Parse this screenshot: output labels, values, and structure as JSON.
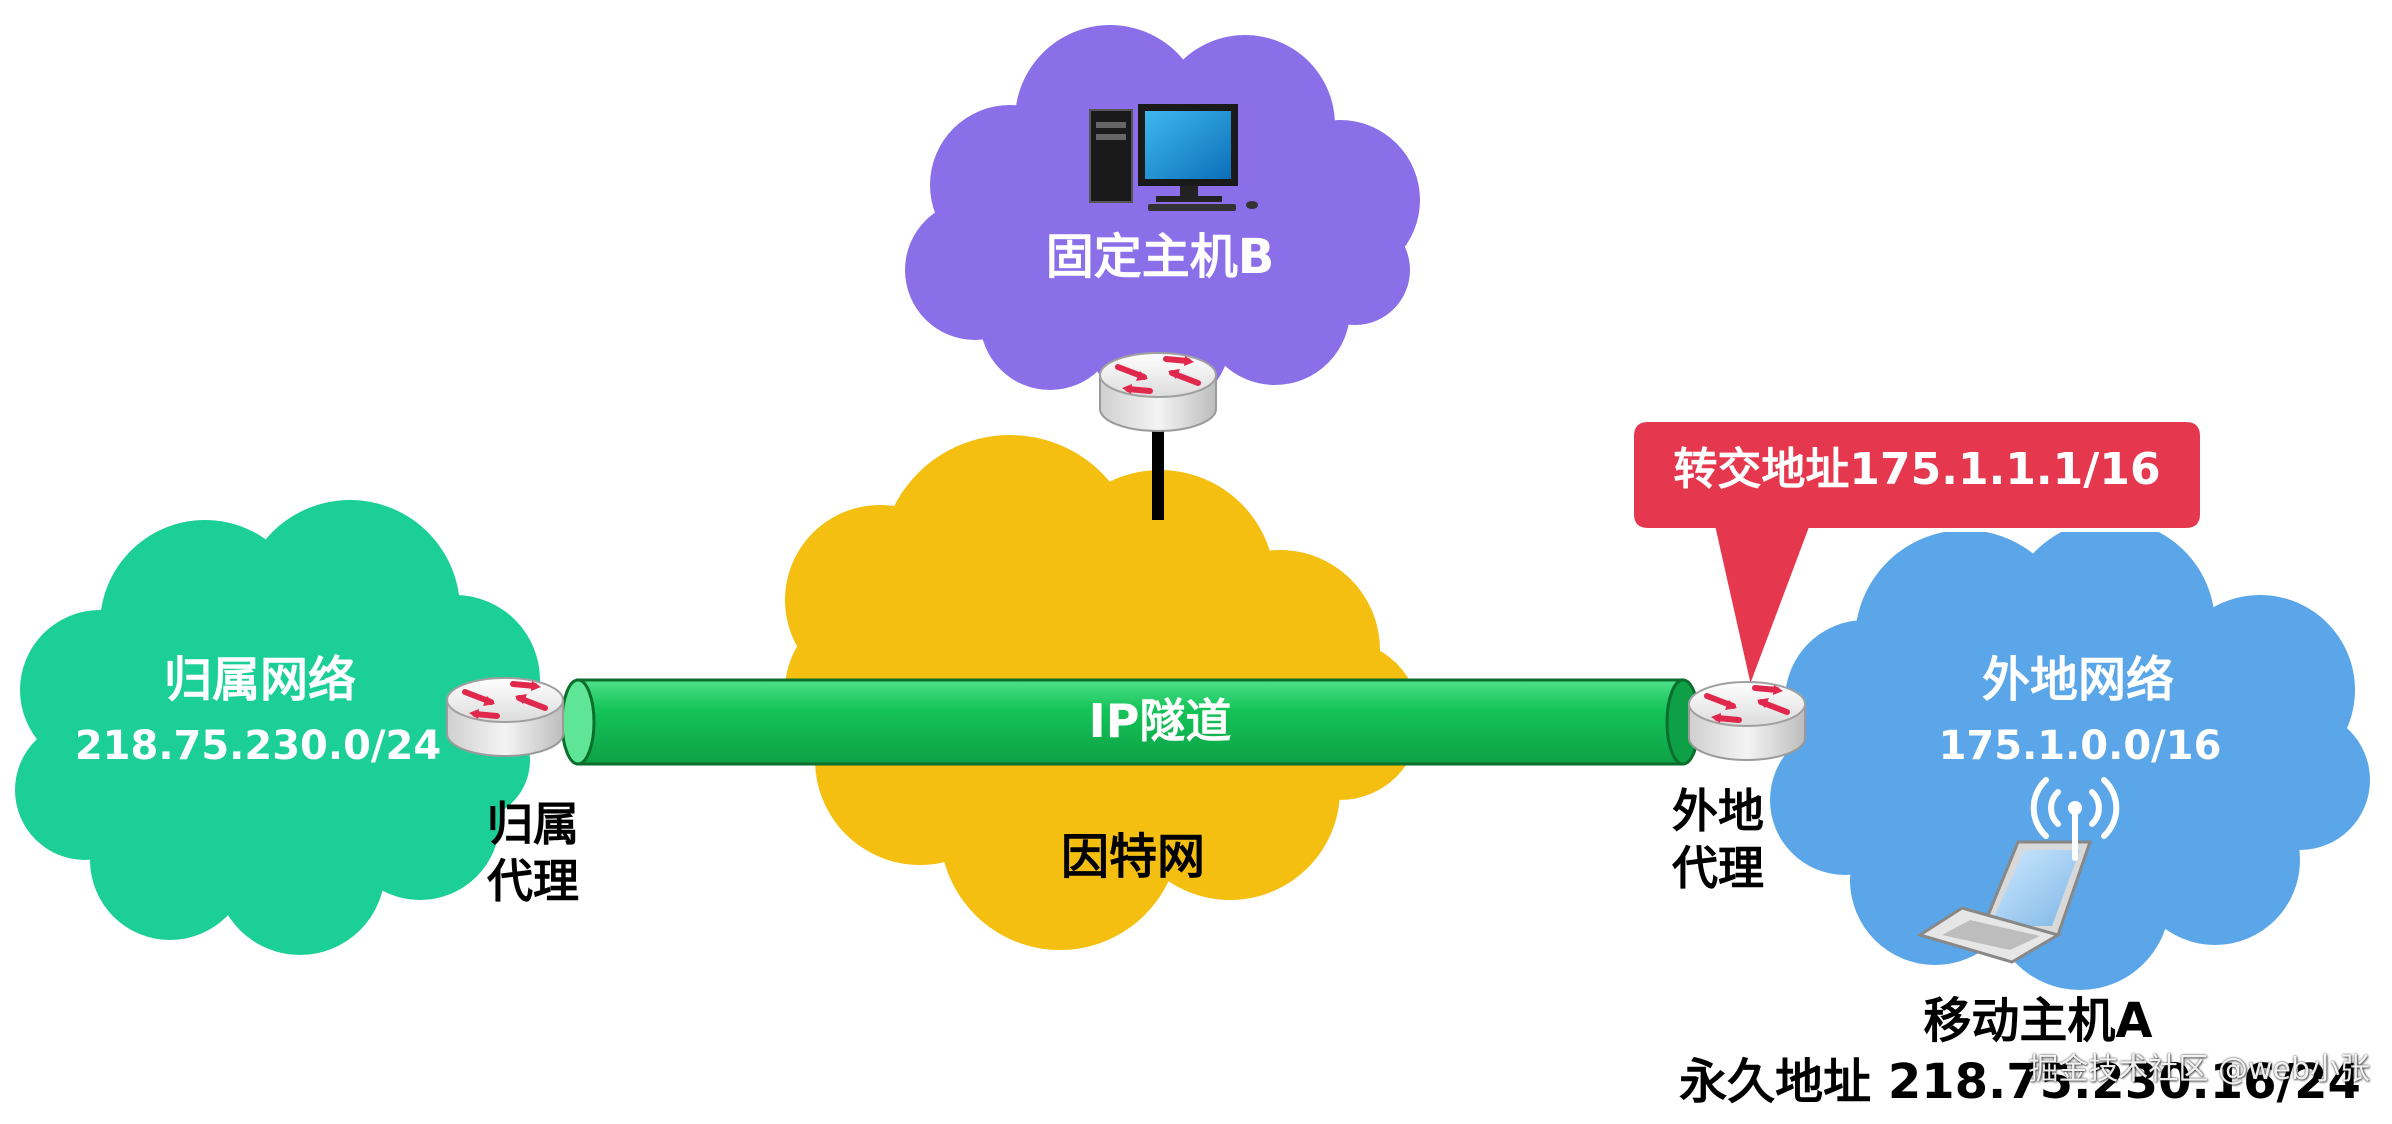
{
  "colors": {
    "home_cloud": "#1ccf96",
    "fixed_cloud": "#8a6fe8",
    "internet_cloud": "#f5bf12",
    "foreign_cloud": "#5aa6e8",
    "tunnel": "#14c458",
    "callout": "#e5384f"
  },
  "fixed_network": {
    "host_label": "固定主机B"
  },
  "home_network": {
    "title": "归属网络",
    "subnet": "218.75.230.0/24"
  },
  "home_agent": {
    "line1": "归属",
    "line2": "代理"
  },
  "internet": {
    "label": "因特网"
  },
  "tunnel": {
    "label": "IP隧道"
  },
  "foreign_network": {
    "title": "外地网络",
    "subnet": "175.1.0.0/16"
  },
  "foreign_agent": {
    "line1": "外地",
    "line2": "代理"
  },
  "care_of_callout": {
    "text": "转交地址175.1.1.1/16"
  },
  "mobile_host": {
    "name": "移动主机A",
    "permanent_address": "永久地址 218.75.230.16/24"
  },
  "watermark": "掘金技术社区 @web小张",
  "icons": [
    "desktop-computer-icon",
    "router-icon",
    "laptop-icon",
    "wireless-antenna-icon"
  ]
}
